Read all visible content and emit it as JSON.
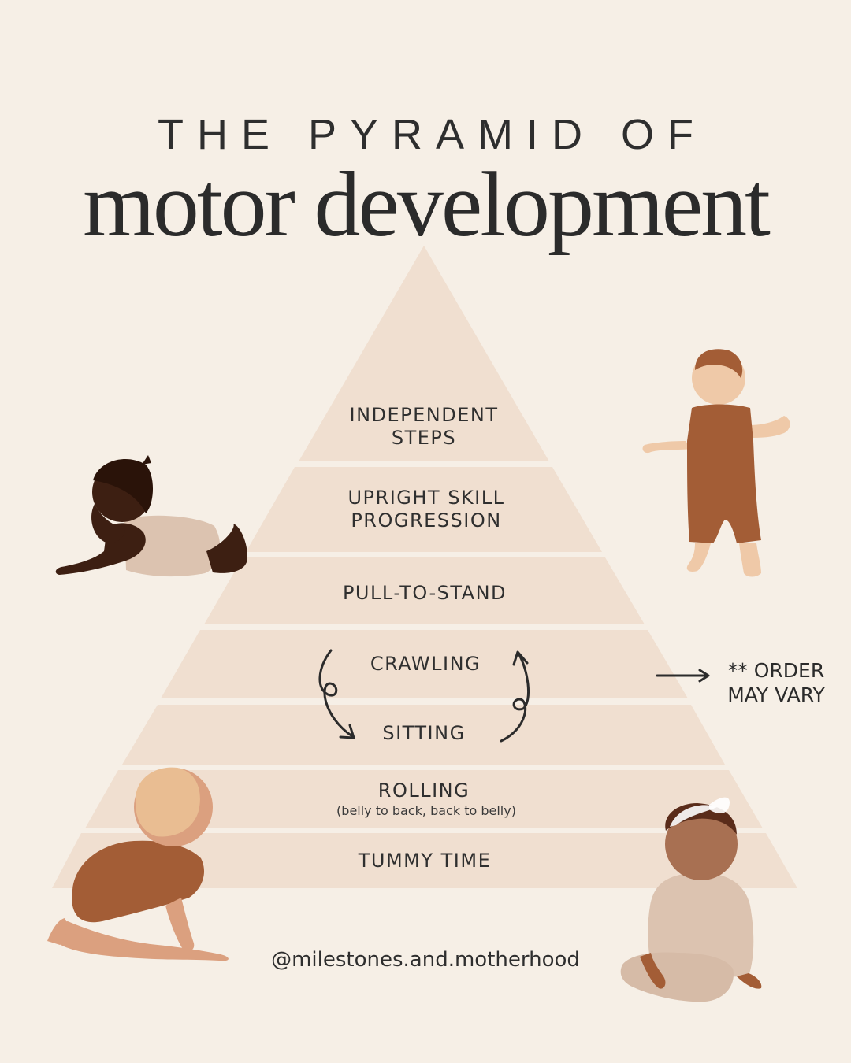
{
  "title": {
    "line1": "THE PYRAMID OF",
    "line2": "motor development"
  },
  "pyramid": {
    "levels": [
      {
        "label": "INDEPENDENT\nSTEPS"
      },
      {
        "label": "UPRIGHT SKILL\nPROGRESSION"
      },
      {
        "label": "PULL-TO-STAND"
      },
      {
        "label": "CRAWLING"
      },
      {
        "label": "SITTING"
      },
      {
        "label": "ROLLING",
        "sublabel": "(belly to back, back to belly)"
      },
      {
        "label": "TUMMY TIME"
      }
    ]
  },
  "note": {
    "text": "** ORDER\nMAY VARY"
  },
  "footer": {
    "handle": "@milestones.and.motherhood"
  },
  "colors": {
    "background": "#f6efe6",
    "pyramid_fill": "#f0dfd0",
    "text": "#2b2b2b",
    "rust": "#a35d36",
    "skin_light": "#efc9a8",
    "skin_dark": "#3d1f12",
    "beige_cloth": "#dcc3b0"
  }
}
